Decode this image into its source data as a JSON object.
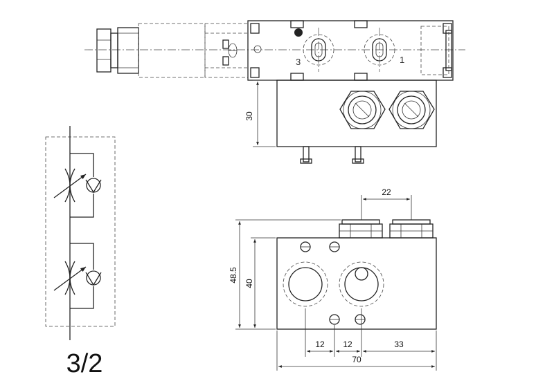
{
  "ports": {
    "port_3": "3",
    "port_1": "1"
  },
  "dimensions": {
    "height_30": "30",
    "width_22": "22",
    "height_48_5": "48.5",
    "height_40": "40",
    "offset_12_a": "12",
    "offset_12_b": "12",
    "offset_33": "33",
    "width_70": "70"
  },
  "symbol": {
    "caption": "3/2"
  }
}
